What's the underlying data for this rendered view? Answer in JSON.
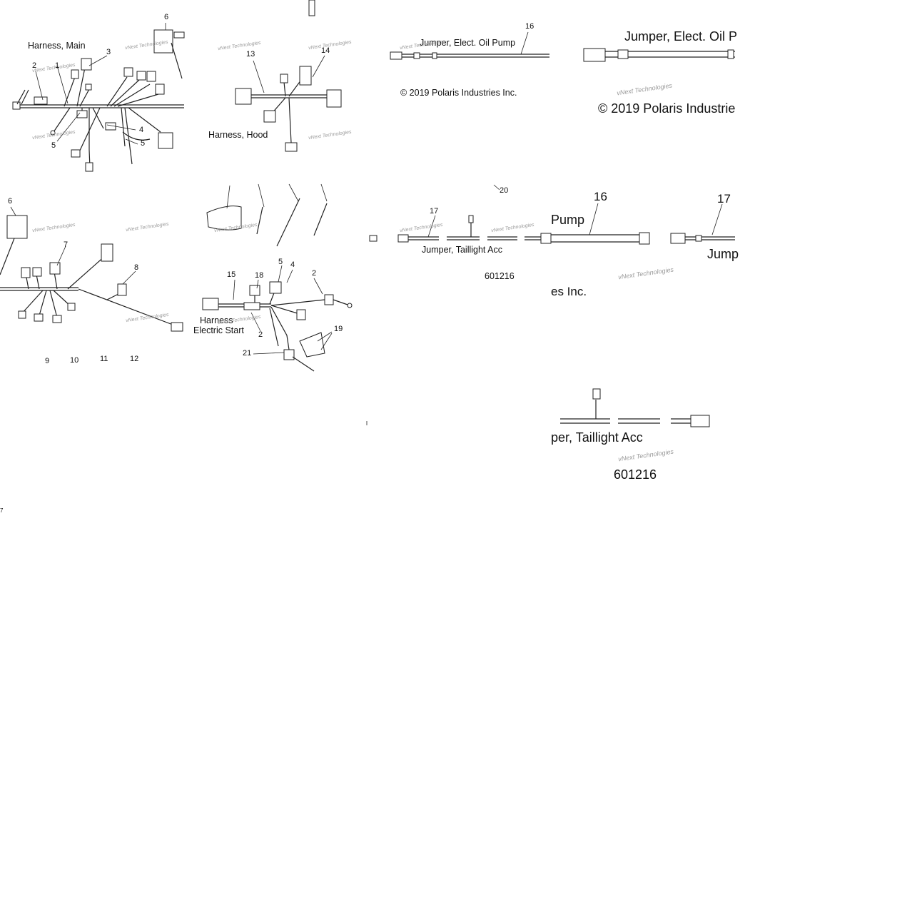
{
  "diagram": {
    "titles": {
      "harness_main": "Harness, Main",
      "harness_hood": "Harness, Hood",
      "harness_electric_start_1": "Harness",
      "harness_electric_start_2": "Electric Start",
      "jumper_oil_pump": "Jumper, Elect. Oil Pump",
      "jumper_oil_pump_large": "Jumper, Elect. Oil P",
      "jumper_taillight": "Jumper, Taillight Acc",
      "jumper_taillight_large": "per, Taillight Acc",
      "pump_fragment": "Pump",
      "jump_fragment": "Jump",
      "inc_fragment": "es Inc."
    },
    "copyright": "© 2019 Polaris Industries Inc.",
    "copyright_large": "© 2019 Polaris Industrie",
    "drawing_number": "601216",
    "drawing_number_large": "601216",
    "watermark": "vNext Technologies",
    "callouts": {
      "c1": "1",
      "c2a": "2",
      "c3": "3",
      "c4a": "4",
      "c5a": "5",
      "c5b": "5",
      "c6a": "6",
      "c6b": "6",
      "c7": "7",
      "c8": "8",
      "c9": "9",
      "c10": "10",
      "c11": "11",
      "c12": "12",
      "c13": "13",
      "c14": "14",
      "c15": "15",
      "c18": "18",
      "c5c": "5",
      "c4b": "4",
      "c2b": "2",
      "c2c": "2",
      "c19": "19",
      "c21": "21",
      "c16a": "16",
      "c16b": "16",
      "c17a": "17",
      "c17b": "17",
      "c20": "20",
      "c7b": "7"
    }
  }
}
